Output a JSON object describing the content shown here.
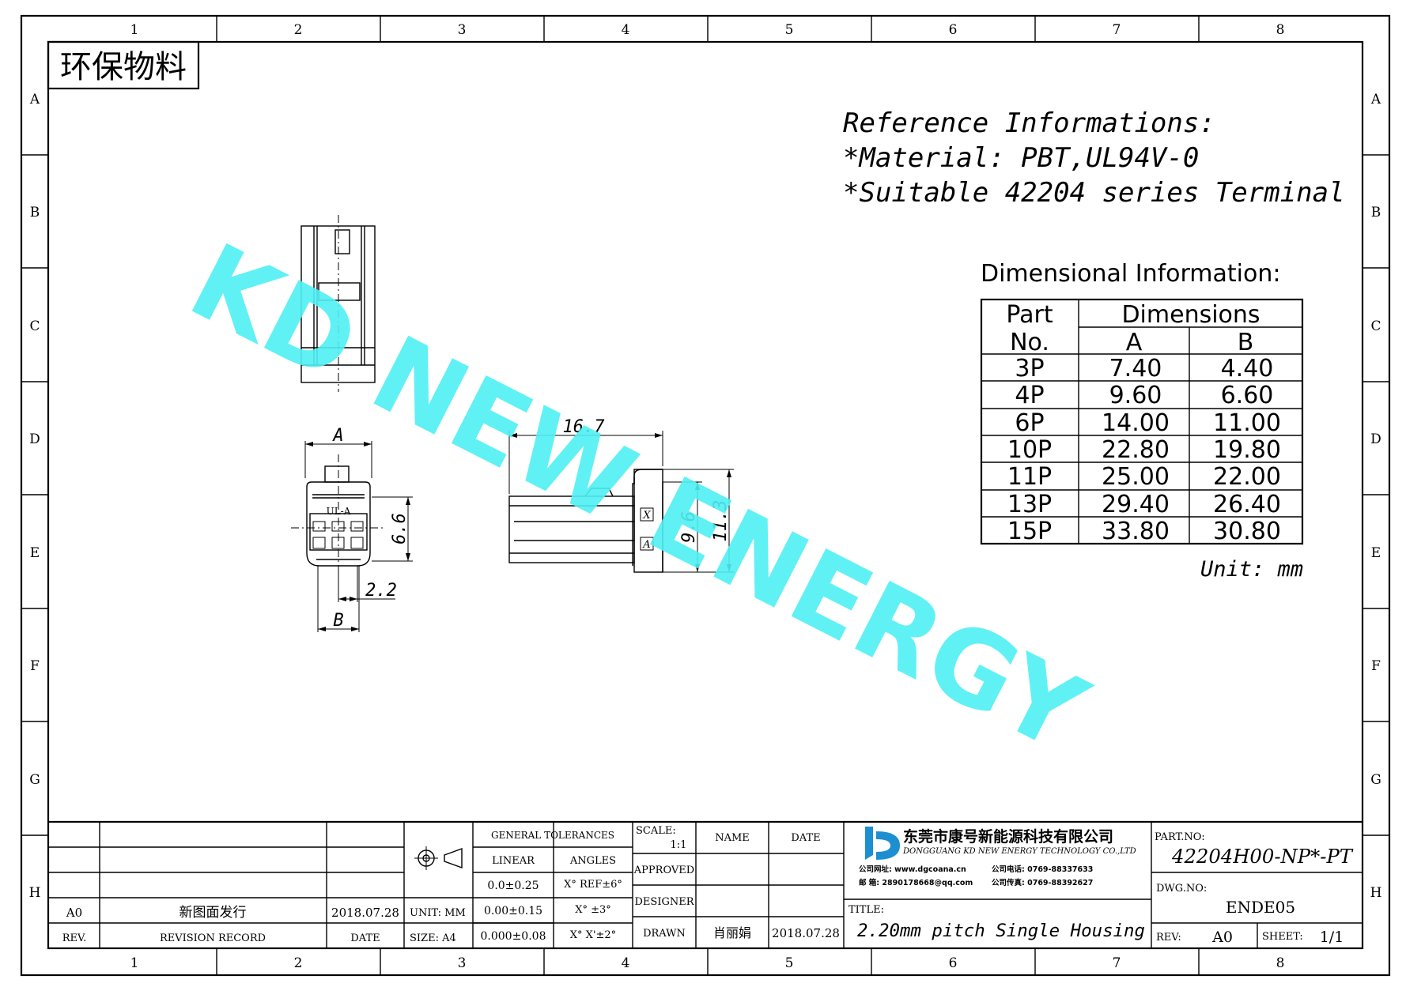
{
  "grid": {
    "cols": [
      "1",
      "2",
      "3",
      "4",
      "5",
      "6",
      "7",
      "8"
    ],
    "rows": [
      "A",
      "B",
      "C",
      "D",
      "E",
      "F",
      "G",
      "H"
    ]
  },
  "stamp": "环保物料",
  "watermark": "KD NEW ENERGY",
  "reference": {
    "title": "Reference Informations:",
    "material": "*Material: PBT,UL94V-0",
    "terminal": "*Suitable 42204 series Terminal"
  },
  "dimensional": {
    "title": "Dimensional Information:",
    "header_part": "Part",
    "header_no": "No.",
    "header_dims": "Dimensions",
    "col_a": "A",
    "col_b": "B",
    "rows": [
      {
        "part": "3P",
        "a": "7.40",
        "b": "4.40"
      },
      {
        "part": "4P",
        "a": "9.60",
        "b": "6.60"
      },
      {
        "part": "6P",
        "a": "14.00",
        "b": "11.00"
      },
      {
        "part": "10P",
        "a": "22.80",
        "b": "19.80"
      },
      {
        "part": "11P",
        "a": "25.00",
        "b": "22.00"
      },
      {
        "part": "13P",
        "a": "29.40",
        "b": "26.40"
      },
      {
        "part": "15P",
        "a": "33.80",
        "b": "30.80"
      }
    ],
    "unit": "Unit: mm"
  },
  "dims": {
    "a": "A",
    "b": "B",
    "d66": "6.6",
    "d22": "2.2",
    "d167": "16.7",
    "d96": "9.6",
    "d113": "11.3",
    "ul": "UL-A",
    "mark_x": "X",
    "mark_a": "A"
  },
  "titleblock": {
    "rev_value": "A0",
    "rev_record_value": "新图面发行",
    "date_value": "2018.07.28",
    "rev_label": "REV.",
    "revision_record_label": "REVISION RECORD",
    "date_label": "DATE",
    "unit": "UNIT: MM",
    "size": "SIZE: A4",
    "general_tolerances": "GENERAL TOLERANCES",
    "linear": "LINEAR",
    "angles": "ANGLES",
    "lin1": "0.0±0.25",
    "lin2": "0.00±0.15",
    "lin3": "0.000±0.08",
    "ang1": "X° REF±6°",
    "ang2": "X° ±3°",
    "ang3": "X° X'±2°",
    "scale_label": "SCALE:",
    "scale_value": "1:1",
    "name": "NAME",
    "date": "DATE",
    "approved": "APPROVED",
    "designer": "DESIGNER",
    "drawn": "DRAWN",
    "drawn_name": "肖丽娟",
    "drawn_date": "2018.07.28",
    "company_cn": "东莞市康号新能源科技有限公司",
    "company_en": "DONGGUANG KD NEW ENERGY TECHNOLOGY CO.,LTD",
    "company_web": "公司网址: www.dgcoana.cn",
    "company_tel": "公司电话: 0769-88337633",
    "company_mail": "邮   箱: 2890178668@qq.com",
    "company_fax": "公司传真: 0769-88392627",
    "title_label": "TITLE:",
    "title_value": "2.20mm pitch Single Housing",
    "part_no_label": "PART.NO:",
    "part_no_value": "42204H00-NP*-PT",
    "dwg_no_label": "DWG.NO:",
    "dwg_no_value": "ENDE05",
    "rev2_label": "REV:",
    "rev2_value": "A0",
    "sheet_label": "SHEET:",
    "sheet_value": "1/1"
  }
}
